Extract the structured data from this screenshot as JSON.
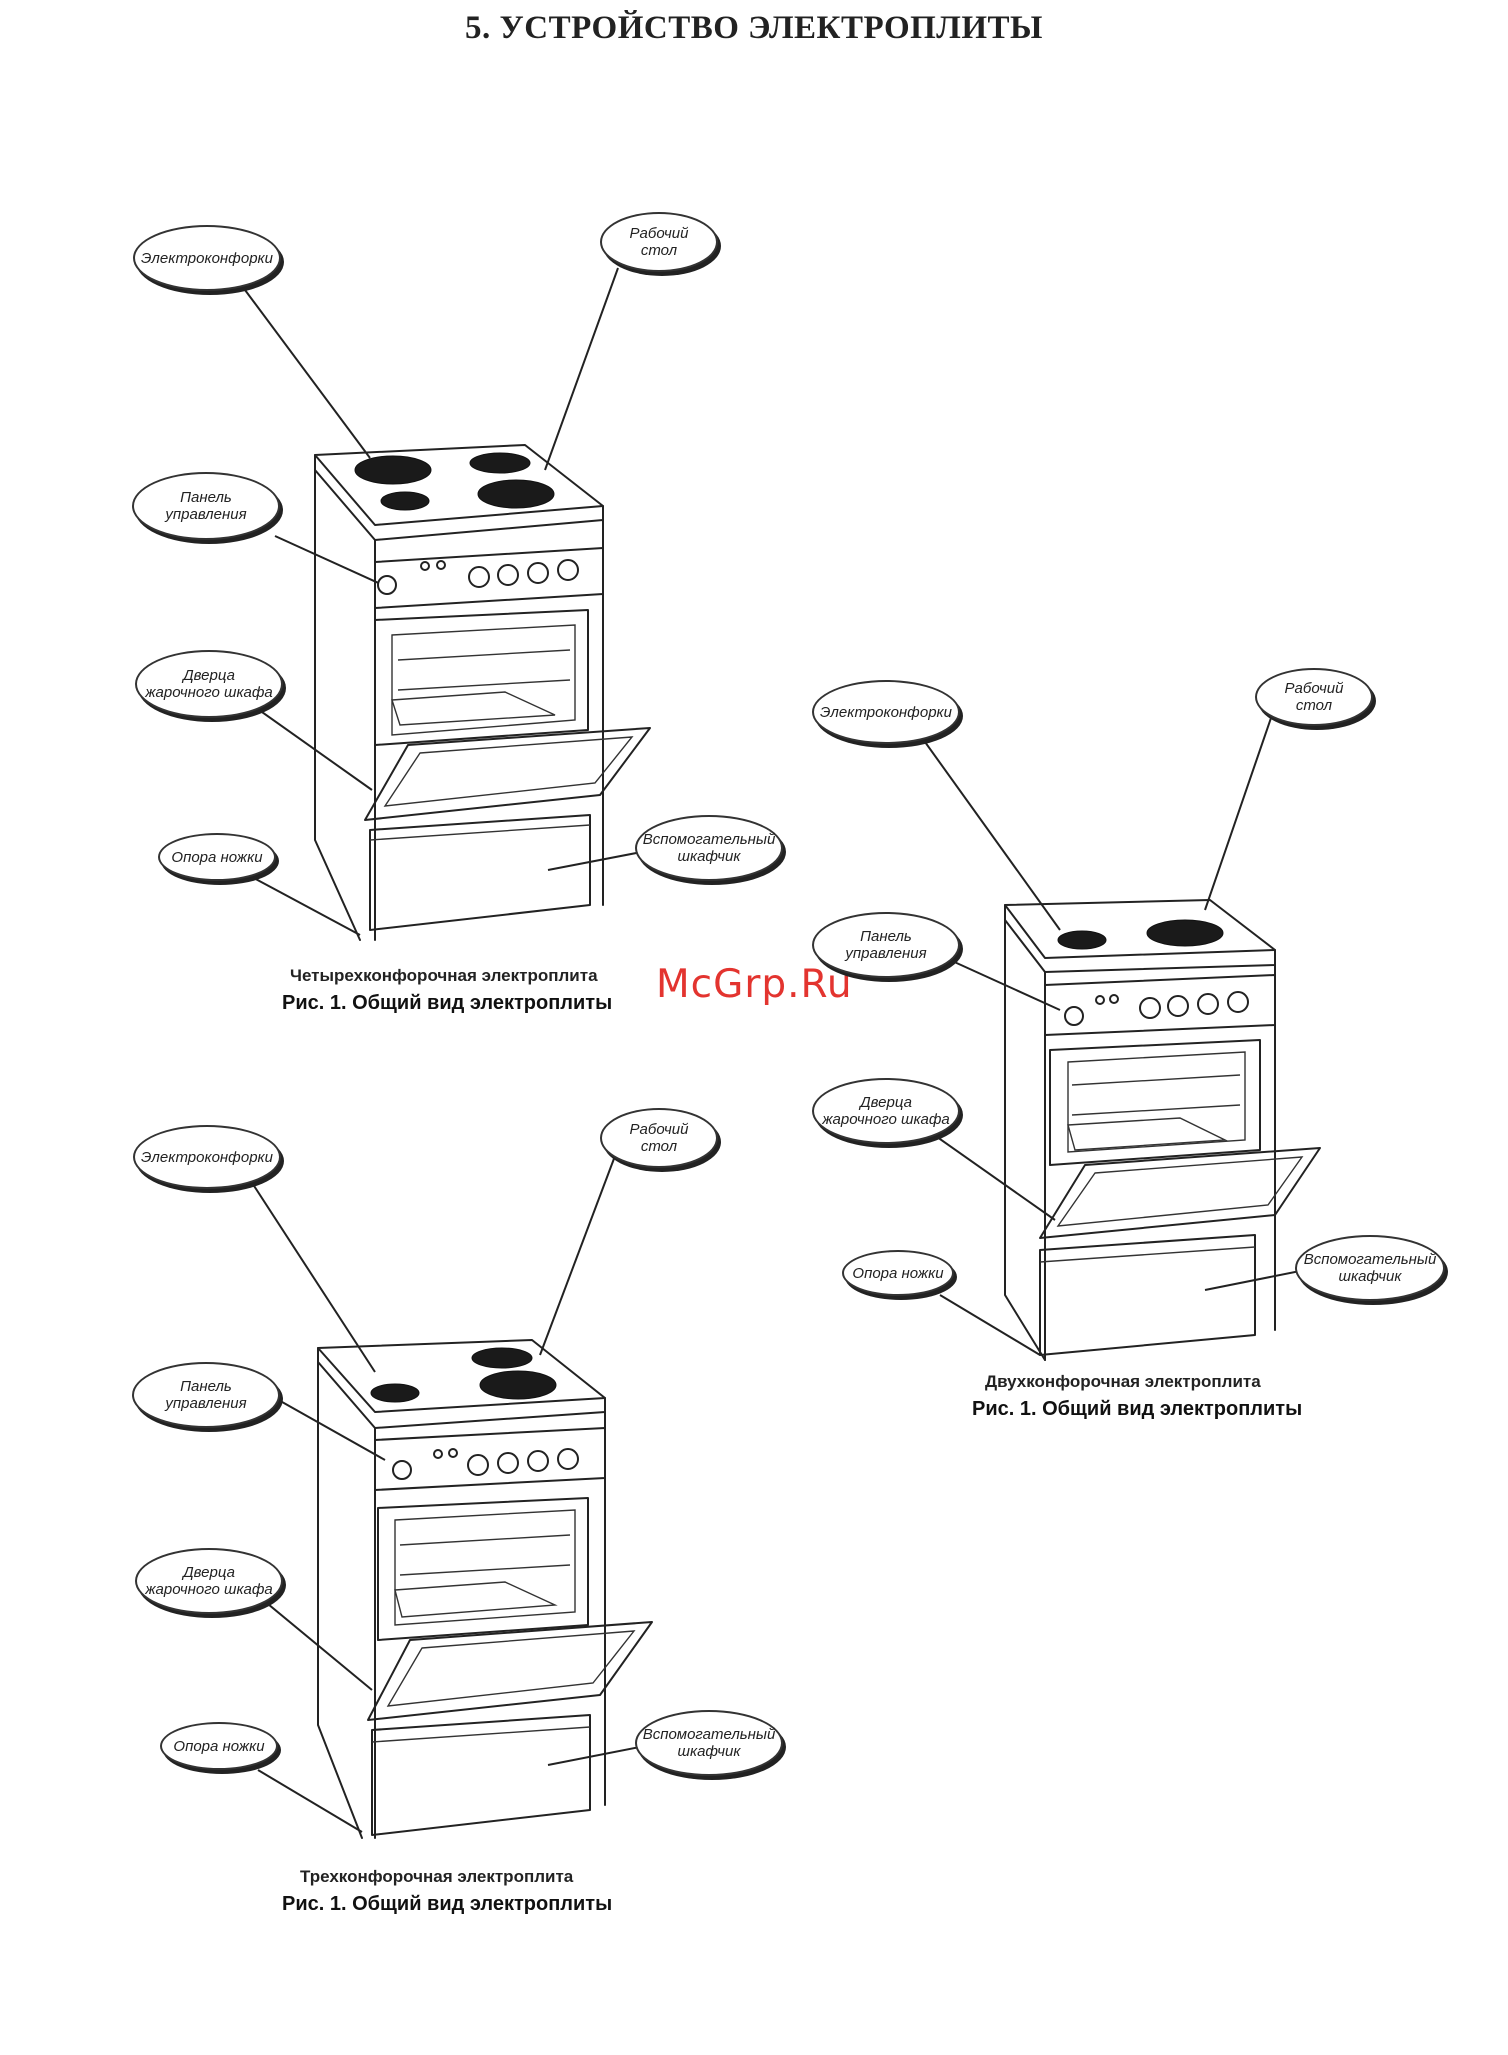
{
  "page": {
    "title": "5. УСТРОЙСТВО ЭЛЕКТРОПЛИТЫ",
    "watermark": "McGrp.Ru"
  },
  "labels": {
    "burners": "Электроконфорки",
    "worktop": "Рабочий стол",
    "control_panel": "Панель управления",
    "oven_door": "Дверца жарочного шкафа",
    "leg_support": "Опора ножки",
    "aux_cabinet": "Вспомогательный шкафчик"
  },
  "figures": [
    {
      "id": "four-burner",
      "subtitle": "Четырехконфорочная электроплита",
      "caption": "Рис. 1. Общий вид электроплиты",
      "burner_count": 4
    },
    {
      "id": "two-burner",
      "subtitle": "Двухконфорочная электроплита",
      "caption": "Рис. 1. Общий вид электроплиты",
      "burner_count": 2
    },
    {
      "id": "three-burner",
      "subtitle": "Трехконфорочная электроплита",
      "caption": "Рис. 1. Общий вид электроплиты",
      "burner_count": 3
    }
  ]
}
